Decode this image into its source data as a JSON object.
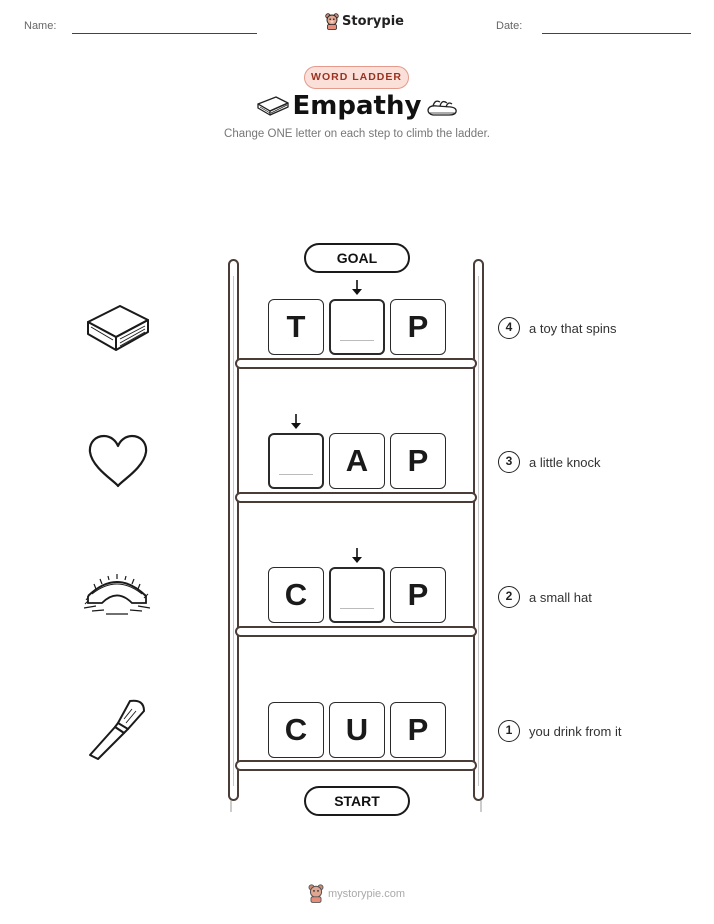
{
  "header": {
    "name_label": "Name:",
    "date_label": "Date:",
    "brand": "Storypie"
  },
  "badge": "WORD LADDER",
  "title": "Empathy",
  "instructions": "Change ONE letter on each step to climb the ladder.",
  "ladder": {
    "goal_label": "GOAL",
    "start_label": "START",
    "rungs": [
      {
        "step": "4",
        "letters": [
          "T",
          "",
          "P"
        ],
        "changed_index": 1,
        "clue": "a toy that spins",
        "picture": "book-icon"
      },
      {
        "step": "3",
        "letters": [
          "",
          "A",
          "P"
        ],
        "changed_index": 0,
        "clue": "a little knock",
        "picture": "heart-icon"
      },
      {
        "step": "2",
        "letters": [
          "C",
          "",
          "P"
        ],
        "changed_index": 1,
        "clue": "a small hat",
        "picture": "bridge-icon"
      },
      {
        "step": "1",
        "letters": [
          "C",
          "U",
          "P"
        ],
        "changed_index": null,
        "clue": "you drink from it",
        "picture": "chisel-icon"
      }
    ]
  },
  "title_icons": [
    "book-icon",
    "sandal-icon"
  ],
  "footer": "mystorypie.com"
}
